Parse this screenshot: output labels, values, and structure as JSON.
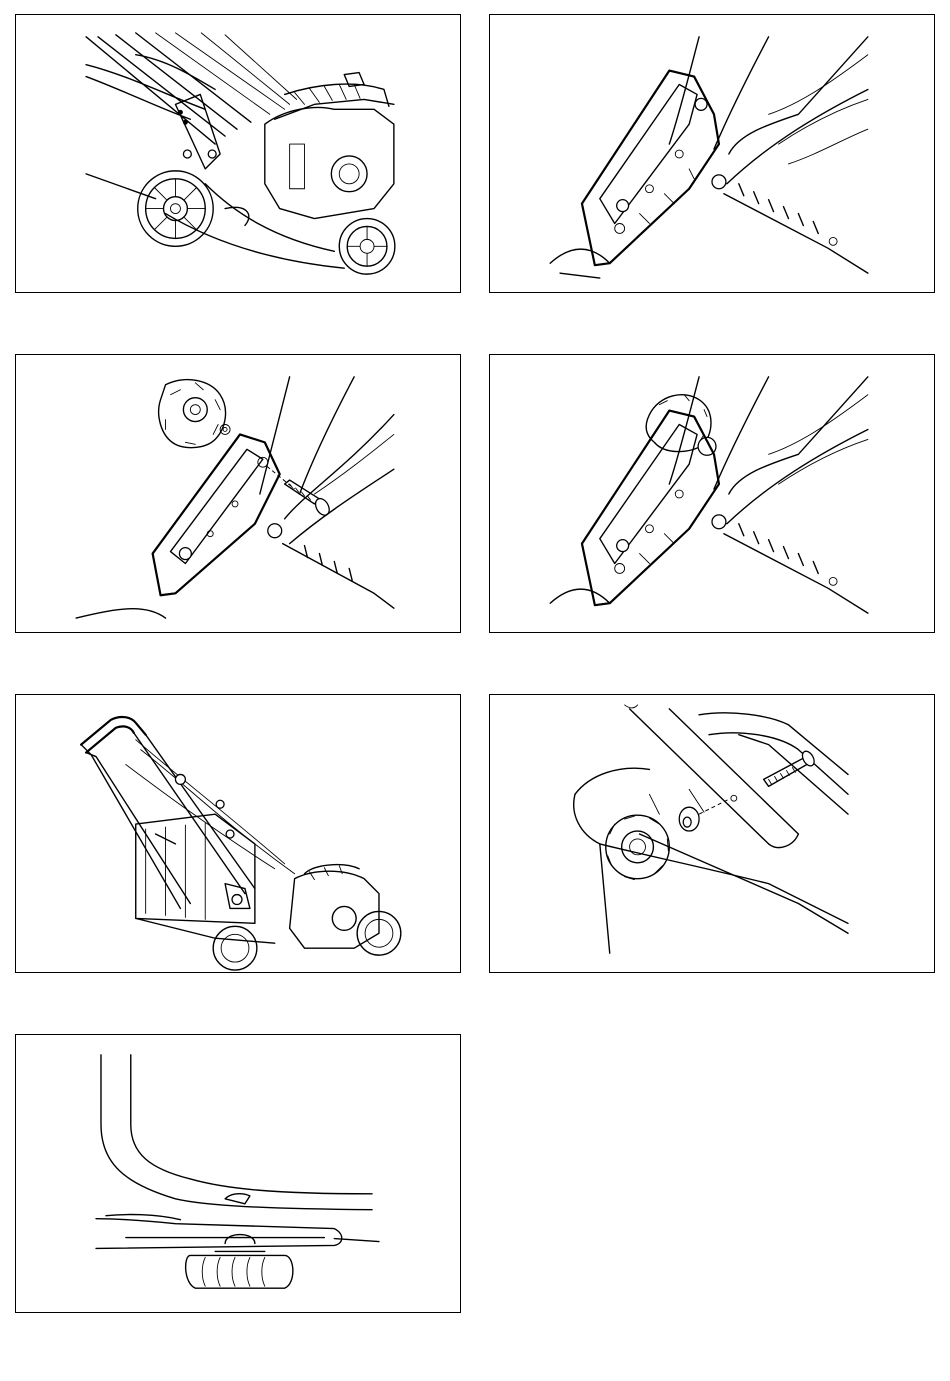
{
  "page": {
    "background": "#ffffff",
    "line_color": "#000000"
  },
  "panels": [
    {
      "id": 1,
      "depicts": "mower-engine-and-lower-handle-icon"
    },
    {
      "id": 2,
      "depicts": "handle-bracket-closeup-icon"
    },
    {
      "id": 3,
      "depicts": "knob-and-bolt-exploded-icon"
    },
    {
      "id": 4,
      "depicts": "knob-fitted-bracket-icon"
    },
    {
      "id": 5,
      "depicts": "full-mower-with-handle-icon"
    },
    {
      "id": 6,
      "depicts": "handle-knob-bolt-assembly-icon"
    },
    {
      "id": 7,
      "depicts": "handle-cable-clip-icon"
    }
  ]
}
